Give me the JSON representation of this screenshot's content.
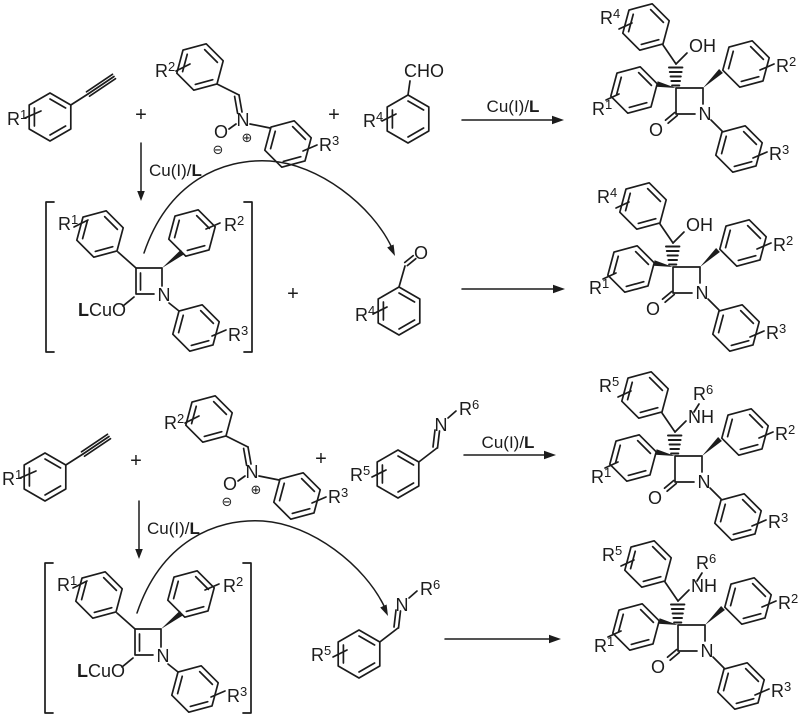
{
  "scheme": {
    "kind": "chemical-reaction-scheme",
    "colors": {
      "background": "#ffffff",
      "ink": "#1c1c1c"
    },
    "labels": {
      "R": "R",
      "sup1": "1",
      "sup2": "2",
      "sup3": "3",
      "sup4": "4",
      "sup5": "5",
      "sup6": "6",
      "plus": "+",
      "N": "N",
      "O": "O",
      "OH": "OH",
      "NH": "NH",
      "CHO": "CHO",
      "charge_plus": "⊕",
      "charge_minus": "⊖",
      "catalyst_prefix": "Cu(I)/",
      "ligand": "L",
      "cu_oxide": "CuO"
    }
  }
}
